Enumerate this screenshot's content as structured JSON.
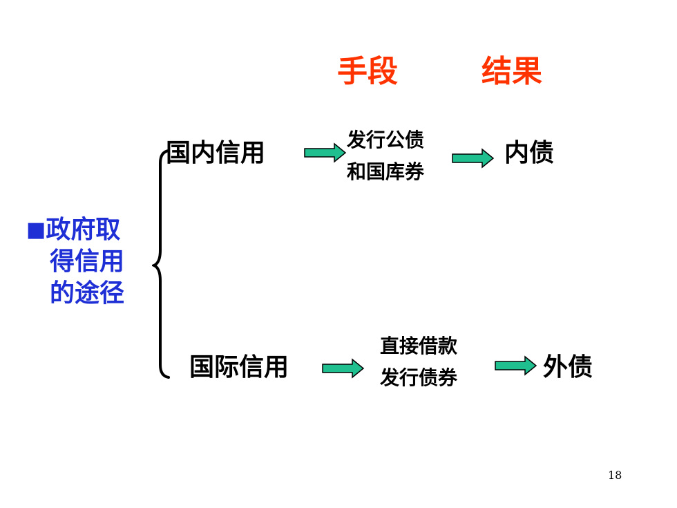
{
  "headers": {
    "means": "手段",
    "result": "结果"
  },
  "root": {
    "bullet": "■",
    "line1": "政府取",
    "line2": "得信用",
    "line3": "的途径"
  },
  "branches": [
    {
      "category": "国内信用",
      "means": [
        "发行公债",
        "和国库券"
      ],
      "result": "内债"
    },
    {
      "category": "国际信用",
      "means": [
        "直接借款",
        "发行债券"
      ],
      "result": "外债"
    }
  ],
  "page_number": "18",
  "colors": {
    "header": "#ff3300",
    "root_text": "#1f2fd6",
    "arrow_fill": "#1fbf8f",
    "arrow_stroke": "#000000"
  }
}
